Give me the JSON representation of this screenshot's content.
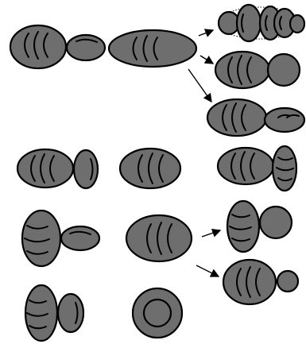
{
  "colors": {
    "fill": "#6e6e6e",
    "stroke": "#000000",
    "background": "#ffffff"
  },
  "figure": {
    "panels": [
      "row1-left-pair",
      "row1-mid-ellipse",
      "row1-result-top",
      "row1-result-mid",
      "row1-result-bottom",
      "row2-left",
      "row2-mid",
      "row2-right",
      "row3-left",
      "row3-mid",
      "row3-result-top",
      "row3-result-bottom",
      "row4-left",
      "row4-mid"
    ],
    "arrow_count": 5
  }
}
